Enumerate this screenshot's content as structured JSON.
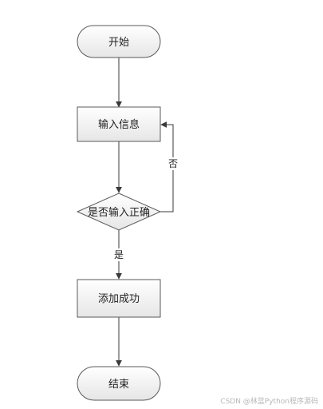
{
  "nodes": {
    "start": "开始",
    "input": "输入信息",
    "decision": "是否输入正确",
    "success": "添加成功",
    "end": "结束"
  },
  "edges": {
    "no_label": "否",
    "yes_label": "是"
  },
  "watermark": "CSDN @林蓝Python程序源码",
  "colors": {
    "box_top": "#ffffff",
    "box_bottom": "#e8e8e8",
    "stroke": "#5a5a5a",
    "line": "#3a3a3a"
  }
}
